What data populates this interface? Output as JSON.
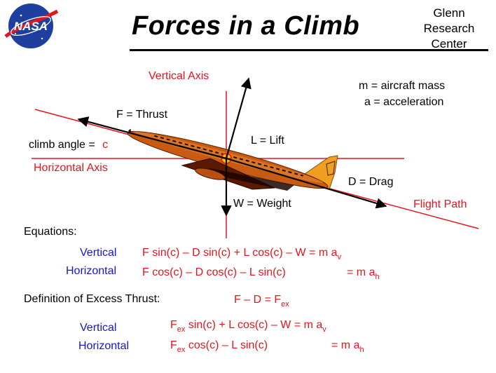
{
  "header": {
    "logo_text": "NASA",
    "title": "Forces  in  a  Climb",
    "org_lines": [
      "Glenn",
      "Research",
      "Center"
    ]
  },
  "diagram": {
    "vertical_axis": "Vertical  Axis",
    "horizontal_axis": "Horizontal  Axis",
    "flight_path": "Flight  Path",
    "thrust": "F = Thrust",
    "lift": "L = Lift",
    "drag": "D = Drag",
    "weight": "W = Weight",
    "climb_angle_label": "climb angle =",
    "climb_angle_symbol": "c",
    "mass_def": "m = aircraft  mass",
    "accel_def": "a  =  acceleration"
  },
  "equations": {
    "heading": "Equations:",
    "vertical_label": "Vertical",
    "vertical_eq": "F sin(c)  – D sin(c)  + L cos(c)  – W = m a",
    "vertical_sub": "v",
    "horizontal_label": "Horizontal",
    "horizontal_eq": "F cos(c) – D cos(c)  – L sin(c)",
    "horizontal_rhs": "= m a",
    "horizontal_sub": "h"
  },
  "excess": {
    "heading": "Definition  of Excess  Thrust:",
    "eq": "F  –  D  =  F",
    "eq_sub": "ex",
    "vertical_label": "Vertical",
    "vertical_f": "F",
    "vertical_f_sub": "ex",
    "vertical_eq": " sin(c)  +  L cos(c)  – W  = m a",
    "vertical_sub": "v",
    "horizontal_label": "Horizontal",
    "horizontal_f": "F",
    "horizontal_f_sub": "ex",
    "horizontal_eq": " cos(c)  –  L sin(c)",
    "horizontal_rhs": "= m a",
    "horizontal_sub": "h"
  },
  "colors": {
    "red": "#e8141c",
    "blue": "#1515d6",
    "fuselage": "#c85a12",
    "tail": "#f0a020",
    "logo_blue": "#1e3f9e"
  }
}
